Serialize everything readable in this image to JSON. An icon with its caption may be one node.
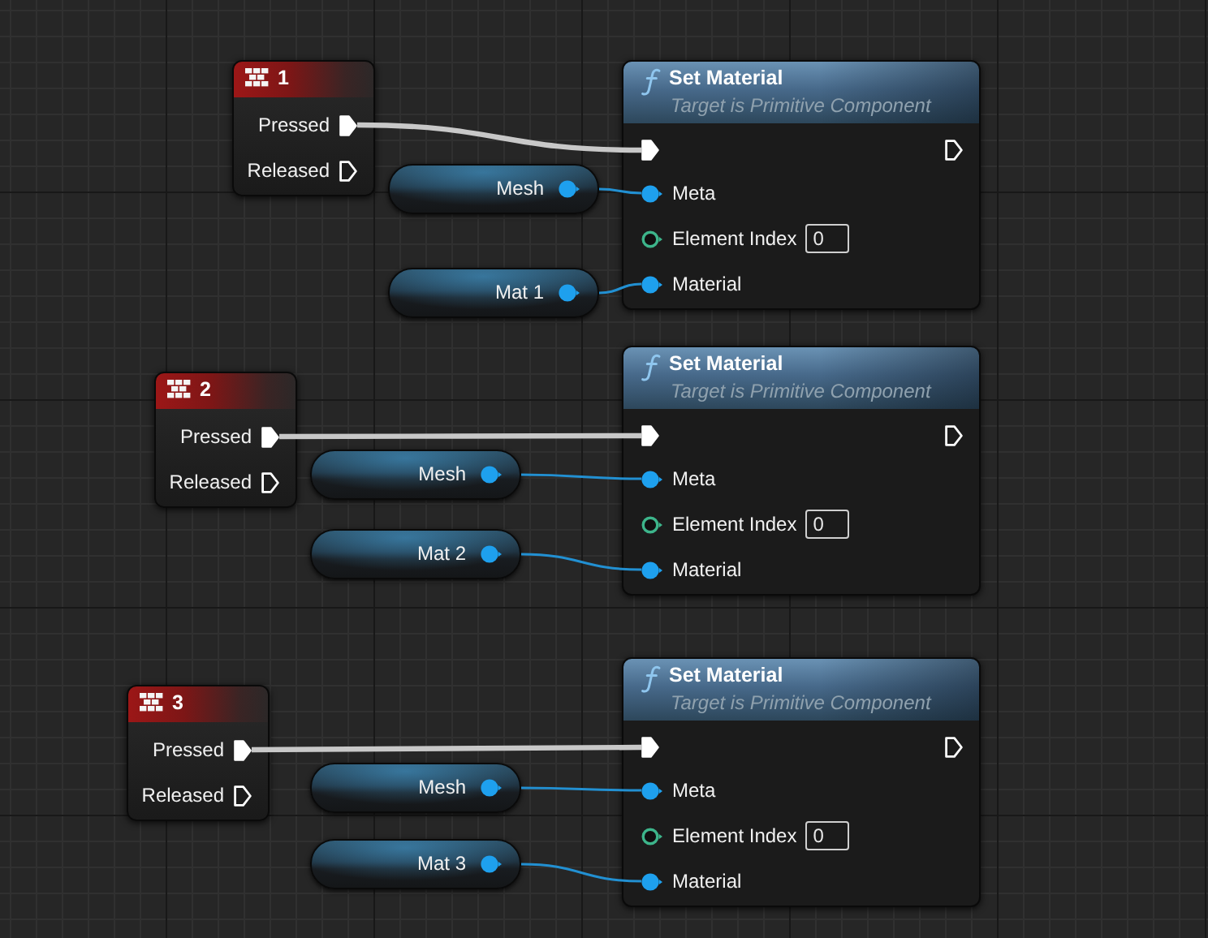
{
  "diagram": {
    "nodes": [
      {
        "text": [
          "1"
        ]
      },
      {
        "text": [
          "Pressed"
        ],
        "in": 0
      },
      {
        "text": [
          "Released"
        ],
        "in": 0
      },
      {
        "text": [
          "Mesh"
        ]
      },
      {
        "text": [
          "Mat 1"
        ]
      },
      {
        "text": [
          "Set Material",
          "Target is Primitive Component"
        ]
      },
      {
        "text": [],
        "shape": "pentagon",
        "in": 5
      },
      {
        "text": [
          "Meta"
        ],
        "in": 5
      },
      {
        "text": [
          "Element Index",
          "0"
        ],
        "in": 5
      },
      {
        "text": [
          "Material"
        ],
        "in": 5
      },
      {
        "text": [
          "2"
        ]
      },
      {
        "text": [
          "Pressed"
        ],
        "in": 10
      },
      {
        "text": [
          "Released"
        ],
        "in": 10
      },
      {
        "text": [
          "Mesh"
        ]
      },
      {
        "text": [
          "Mat 2"
        ]
      },
      {
        "text": [
          "Set Material",
          "Target is Primitive Component"
        ]
      },
      {
        "text": [],
        "shape": "pentagon",
        "in": 15
      },
      {
        "text": [
          "Meta"
        ],
        "in": 15
      },
      {
        "text": [
          "Element Index",
          "0"
        ],
        "in": 15
      },
      {
        "text": [
          "Material"
        ],
        "in": 15
      },
      {
        "text": [
          "3"
        ]
      },
      {
        "text": [
          "Pressed"
        ],
        "in": 20
      },
      {
        "text": [
          "Released"
        ],
        "in": 20
      },
      {
        "text": [
          "Mesh"
        ]
      },
      {
        "text": [
          "Mat 3"
        ]
      },
      {
        "text": [
          "Set Material",
          "Target is Primitive Component"
        ]
      },
      {
        "text": [],
        "shape": "pentagon",
        "in": 25
      },
      {
        "text": [
          "Meta"
        ],
        "in": 25
      },
      {
        "text": [
          "Element Index",
          "0"
        ],
        "in": 25
      },
      {
        "text": [
          "Material"
        ],
        "in": 25
      }
    ],
    "edges": [
      {
        "from": 1,
        "to": 6,
        "arrow": "none",
        "style": "thick",
        "color": "#c8c8c8"
      },
      {
        "from": 3,
        "to": 7,
        "arrow": "none"
      },
      {
        "from": 4,
        "to": 9,
        "arrow": "none"
      },
      {
        "from": 11,
        "to": 16,
        "arrow": "none",
        "style": "thick",
        "color": "#c8c8c8"
      },
      {
        "from": 13,
        "to": 17,
        "arrow": "none"
      },
      {
        "from": 14,
        "to": 19,
        "arrow": "none"
      },
      {
        "from": 21,
        "to": 26,
        "arrow": "none",
        "style": "thick",
        "color": "#c8c8c8"
      },
      {
        "from": 23,
        "to": 27,
        "arrow": "none"
      },
      {
        "from": 24,
        "to": 29,
        "arrow": "none"
      }
    ]
  }
}
